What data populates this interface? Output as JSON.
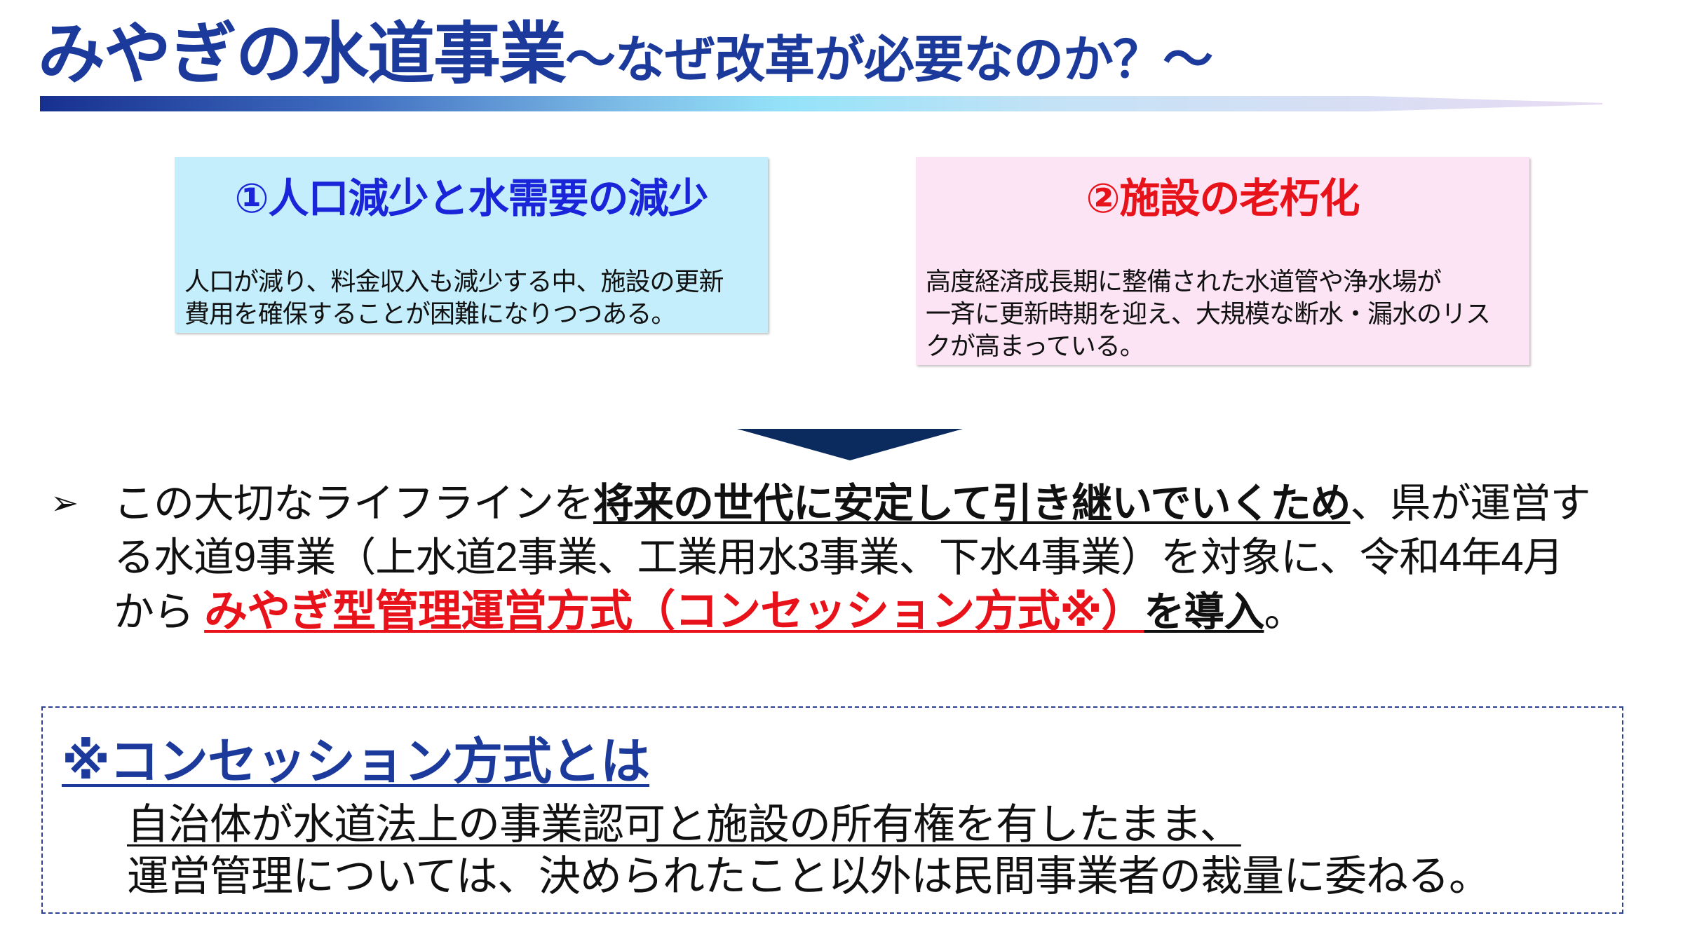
{
  "title": {
    "main": "みやぎの水道事業",
    "sub": "～なぜ改革が必要なのか？～"
  },
  "cards": [
    {
      "heading": "①人口減少と水需要の減少",
      "lines": [
        "人口が減り、料金収入も減少する中、施設の更新",
        "費用を確保することが困難になりつつある。"
      ],
      "color": "#c4eefc"
    },
    {
      "heading": "②施設の老朽化",
      "lines": [
        "高度経済成長期に整備された水道管や浄水場が",
        "一斉に更新時期を迎え、大規模な断水・漏水のリス",
        "クが高まっている。"
      ],
      "color": "#fde4f4"
    }
  ],
  "summary": {
    "bullet": "➢",
    "l1_a": "この大切なライフラインを",
    "l1_b": "将来の世代に安定して引き継いでいくため",
    "l1_c": "、県が運営す",
    "l2": "る水道9事業（上水道2事業、工業用水3事業、下水4事業）を対象に、令和4年4月",
    "l3_a": "から",
    "l3_b": "みやぎ型管理運営方式（コンセッション方式※）",
    "l3_c": "を導入",
    "l3_d": "。"
  },
  "definition": {
    "heading": "※コンセッション方式とは",
    "line1": "自治体が水道法上の事業認可と施設の所有権を有したまま、",
    "line2": "運営管理については、決められたこと以外は民間事業者の裁量に委ねる。"
  }
}
